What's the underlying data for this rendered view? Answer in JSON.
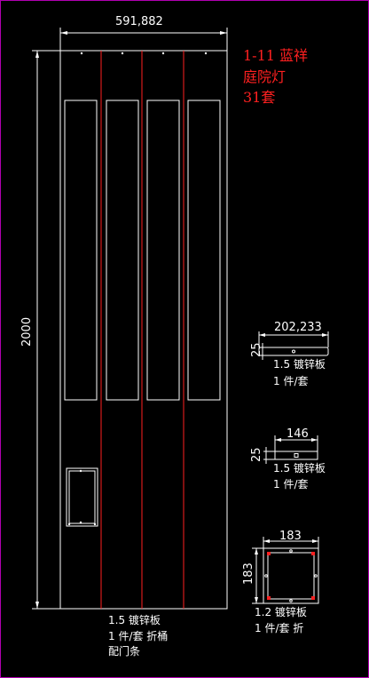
{
  "title_block": {
    "line1": "1-11 蓝祥",
    "line2": "庭院灯",
    "line3": "31套"
  },
  "main_panel": {
    "width_dim": "591,882",
    "height_dim": "2000",
    "note_line1": "1.5 镀锌板",
    "note_line2": "1 件/套 折桶",
    "note_line3": "配门条"
  },
  "part_a": {
    "width_dim": "202,233",
    "height_dim": "25",
    "note_line1": "1.5 镀锌板",
    "note_line2": "1 件/套"
  },
  "part_b": {
    "width_dim": "146",
    "height_dim": "25",
    "note_line1": "1.5 镀锌板",
    "note_line2": "1 件/套"
  },
  "part_c": {
    "width_dim": "183",
    "height_dim": "183",
    "note_line1": "1.2 镀锌板",
    "note_line2": "1 件/套 折"
  },
  "colors": {
    "background": "#000000",
    "line": "#ffffff",
    "fold_line": "#ff2020",
    "title_text": "#ff2020",
    "frame": "#b000b0"
  }
}
